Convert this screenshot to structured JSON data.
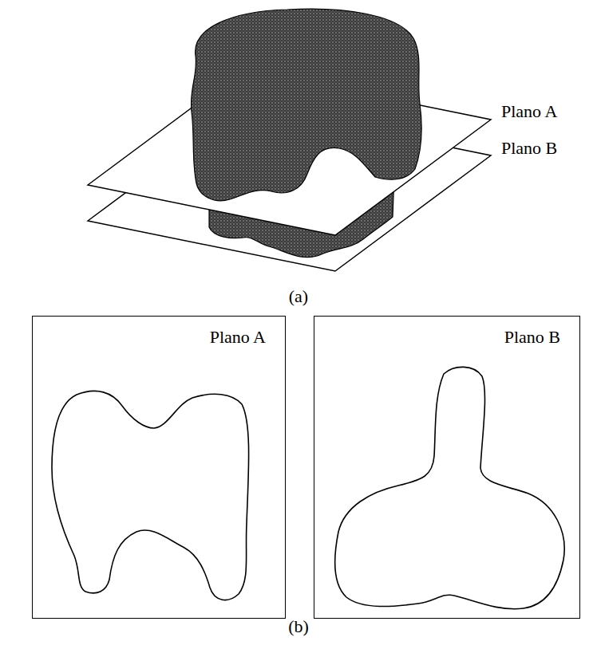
{
  "diagram": {
    "nodes": [
      {
        "text": [
          "Plano A"
        ]
      },
      {
        "text": [
          "Plano B"
        ]
      }
    ],
    "labels": [
      "Plano A",
      "Plano B",
      "(a)",
      "(b)"
    ]
  }
}
